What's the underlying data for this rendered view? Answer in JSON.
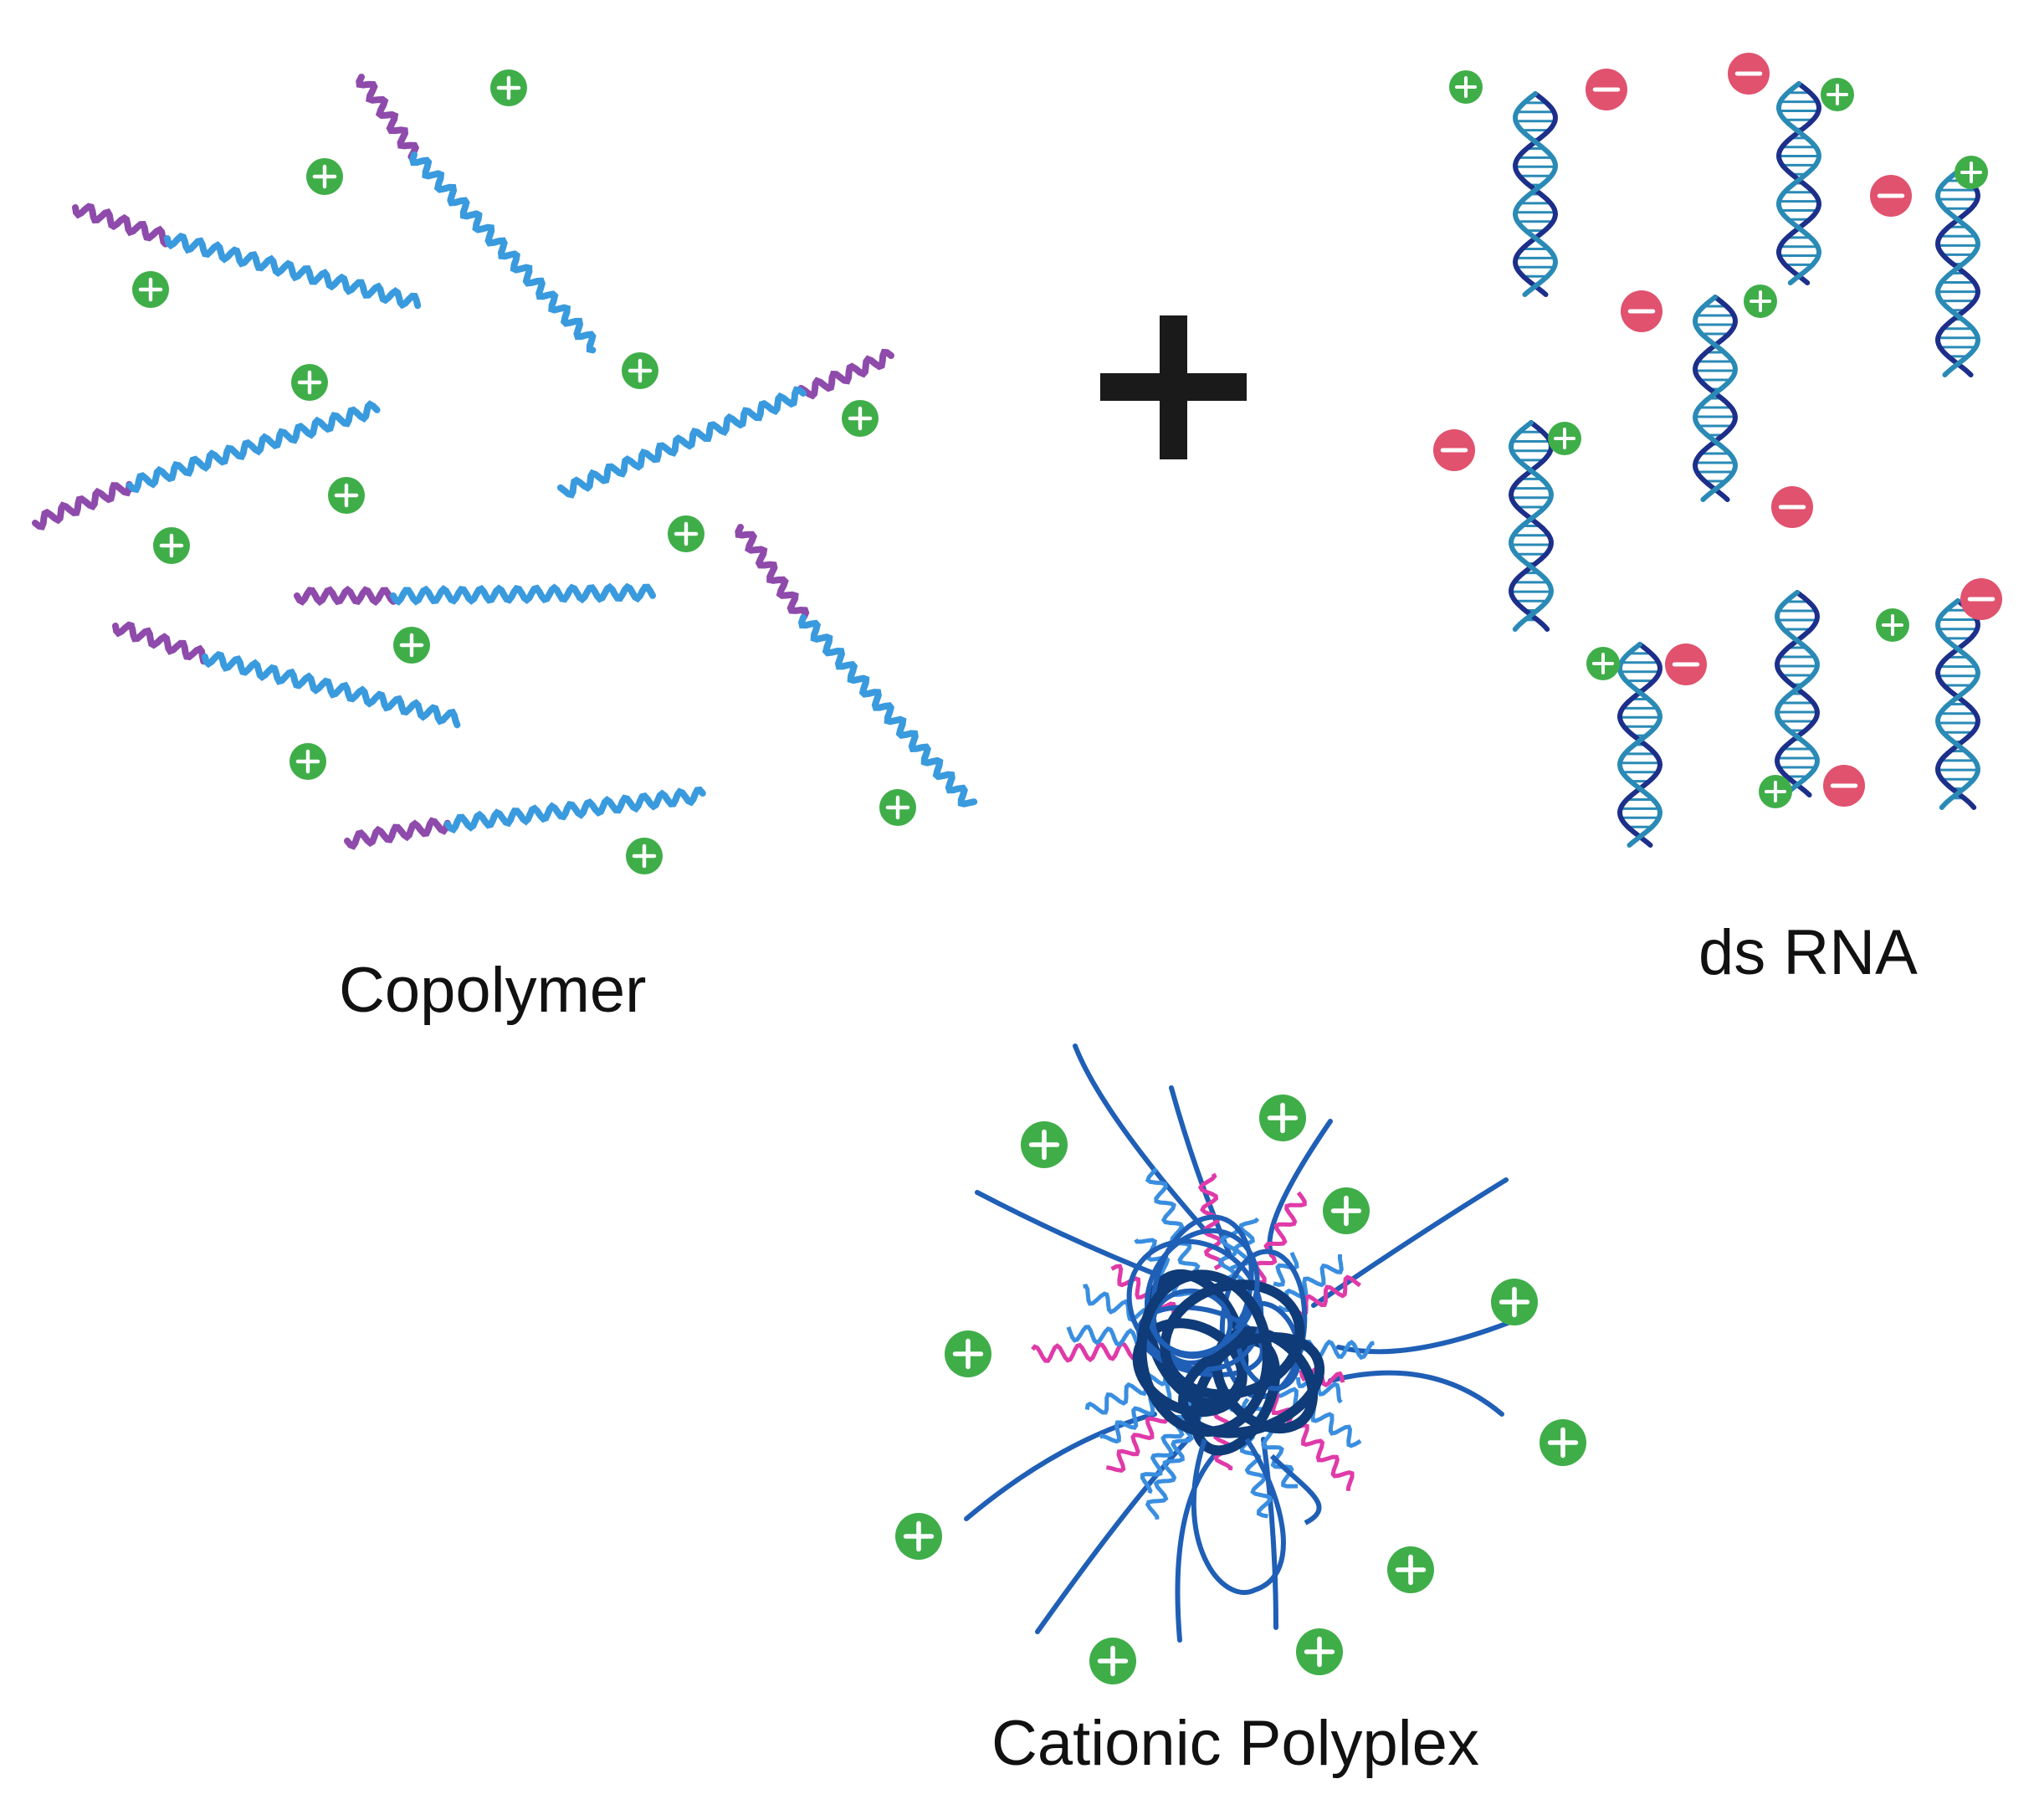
{
  "labels": {
    "copolymer": "Copolymer",
    "ds_rna": "ds RNA",
    "polyplex": "Cationic Polyplex"
  },
  "colors": {
    "background": "#ffffff",
    "positive_charge": "#3fae49",
    "negative_charge": "#e0526e",
    "polymer_block_a": "#8e4bab",
    "polymer_block_b": "#3a9ade",
    "rna_strand_a": "#1c2f8a",
    "rna_strand_b": "#2a8ab6",
    "polyplex_core": "#0f3b78",
    "polyplex_chain": "#1f5fb6",
    "polyplex_arm": "#3a8ee0",
    "polyplex_pink": "#e03aa8",
    "plus_sign": "#1a1a1a",
    "text": "#111111"
  },
  "icons": {
    "positive": "plus-circle-icon",
    "negative": "minus-circle-icon",
    "combine": "plus-sign-icon"
  }
}
